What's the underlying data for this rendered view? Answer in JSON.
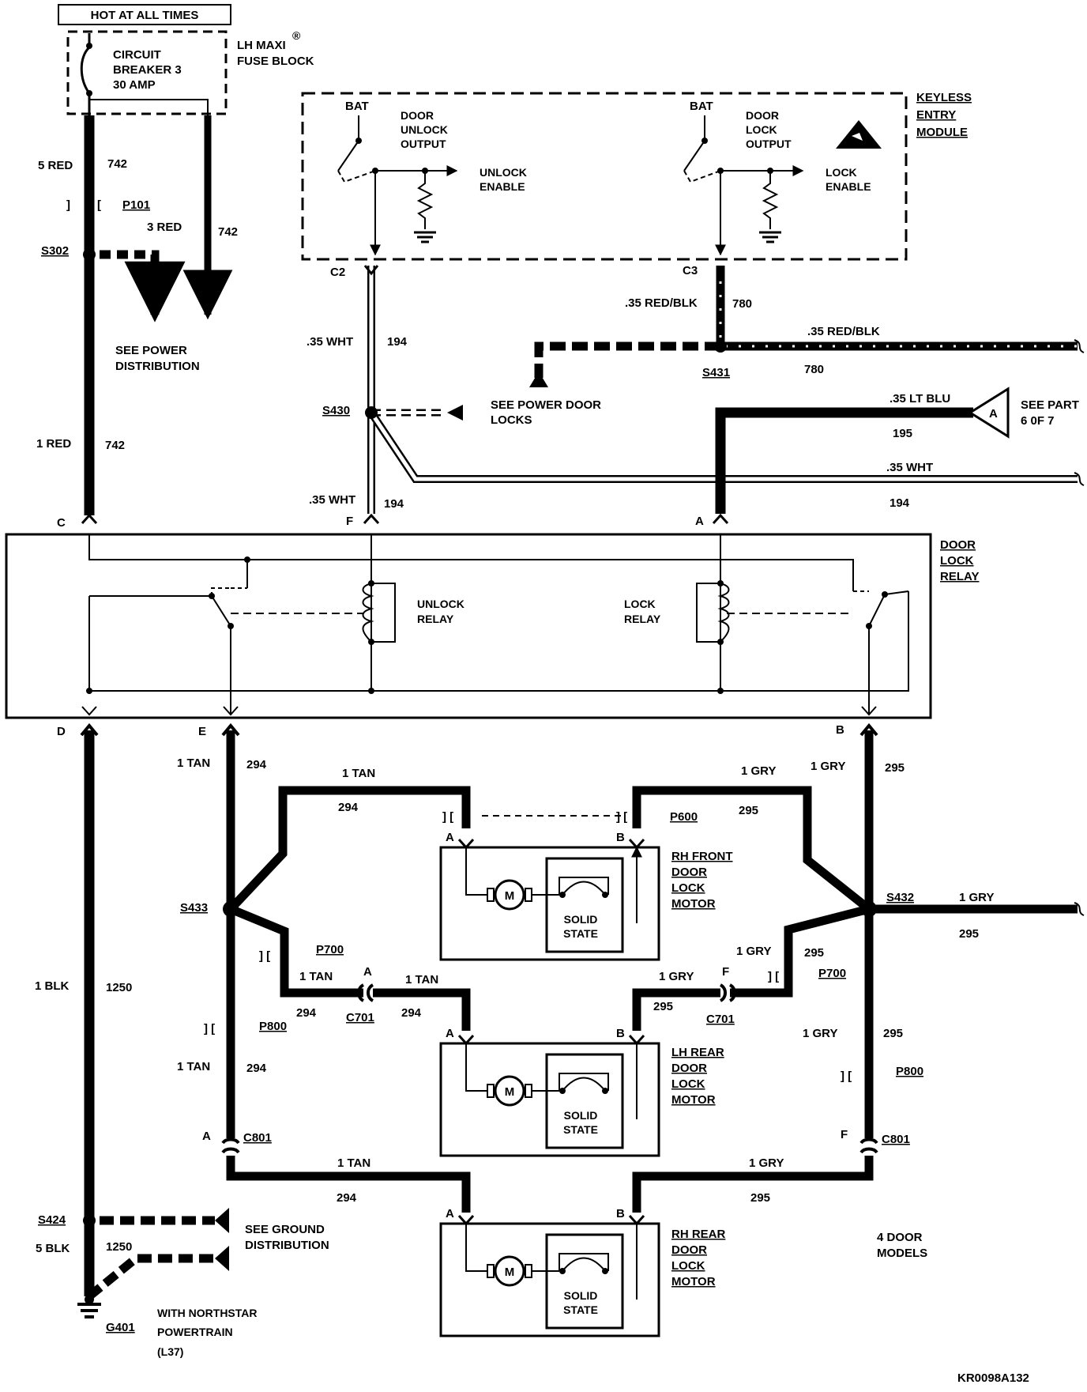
{
  "header": {
    "hot": "HOT AT ALL TIMES"
  },
  "fuse": {
    "name": [
      "CIRCUIT",
      "BREAKER 3"
    ],
    "rating": "30 AMP",
    "block": [
      "LH MAXI",
      "FUSE BLOCK"
    ],
    "reg": "®"
  },
  "wires_left": {
    "w5red": "5 RED",
    "n742a": "742",
    "p101": "P101",
    "w3red": "3 RED",
    "n742b": "742",
    "s302": "S302",
    "power_dist": [
      "SEE POWER",
      "DISTRIBUTION"
    ],
    "w1red": "1 RED",
    "n742c": "742"
  },
  "keyless": {
    "module": [
      "KEYLESS",
      "ENTRY",
      "MODULE"
    ],
    "bat": "BAT",
    "unlock_out": [
      "DOOR",
      "UNLOCK",
      "OUTPUT"
    ],
    "lock_out": [
      "DOOR",
      "LOCK",
      "OUTPUT"
    ],
    "unlock_en": [
      "UNLOCK",
      "ENABLE"
    ],
    "lock_en": [
      "LOCK",
      "ENABLE"
    ],
    "c2": "C2",
    "c3": "C3"
  },
  "mid": {
    "w35wht": ".35 WHT",
    "n194": "194",
    "w35redblk": ".35 RED/BLK",
    "n780": "780",
    "s431": "S431",
    "s430": "S430",
    "power_locks": [
      "SEE POWER DOOR",
      "LOCKS"
    ],
    "w35ltblu": ".35 LT BLU",
    "n195": "195",
    "see_part": [
      "SEE PART",
      "6 0F 7"
    ],
    "conn_a": "A"
  },
  "relay": {
    "title": [
      "DOOR",
      "LOCK",
      "RELAY"
    ],
    "unlock": [
      "UNLOCK",
      "RELAY"
    ],
    "lock": [
      "LOCK",
      "RELAY"
    ],
    "pins": {
      "c": "C",
      "f": "F",
      "a": "A",
      "d": "D",
      "e": "E",
      "b": "B"
    }
  },
  "lower": {
    "w1tan": "1 TAN",
    "n294": "294",
    "w1gry": "1 GRY",
    "n295": "295",
    "w1blk": "1 BLK",
    "n1250": "1250",
    "s433": "S433",
    "s432": "S432",
    "p600": "P600",
    "p700": "P700",
    "p800": "P800",
    "c701": "C701",
    "c801": "C801",
    "pa": "A",
    "pb": "B",
    "pf": "F",
    "s424": "S424",
    "w5blk": "5 BLK",
    "ground_dist": [
      "SEE GROUND",
      "DISTRIBUTION"
    ],
    "g401": "G401",
    "northstar": [
      "WITH NORTHSTAR",
      "POWERTRAIN",
      "(L37)"
    ],
    "models": [
      "4 DOOR",
      "MODELS"
    ]
  },
  "motors": {
    "rhf": [
      "RH FRONT",
      "DOOR",
      "LOCK",
      "MOTOR"
    ],
    "lhr": [
      "LH REAR",
      "DOOR",
      "LOCK",
      "MOTOR"
    ],
    "rhr": [
      "RH REAR",
      "DOOR",
      "LOCK",
      "MOTOR"
    ],
    "m": "M",
    "solid": [
      "SOLID",
      "STATE"
    ]
  },
  "footer": {
    "code": "KR0098A132"
  }
}
